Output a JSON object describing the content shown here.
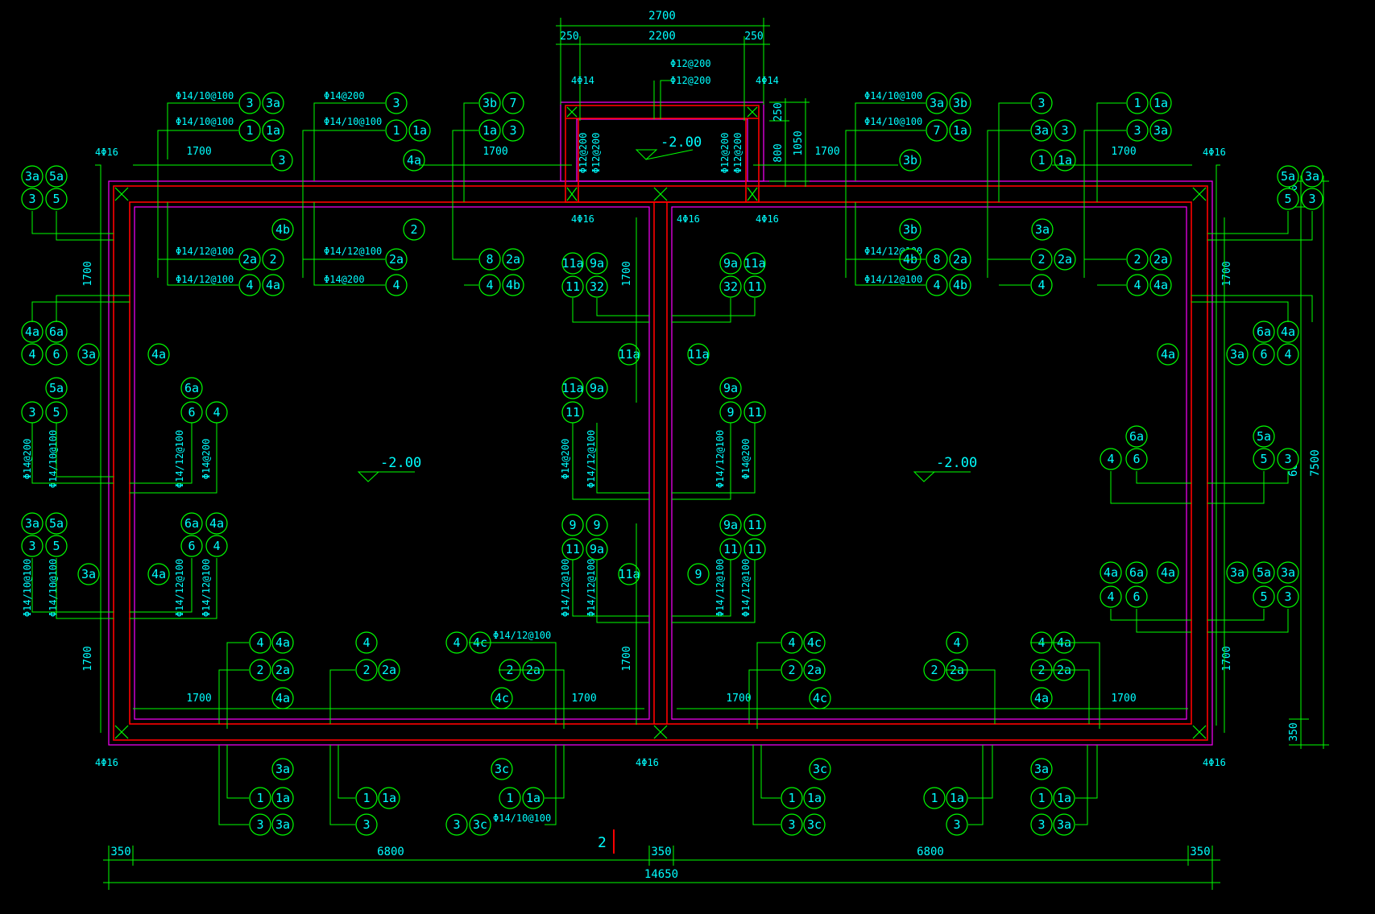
{
  "colors": {
    "background": "#000000",
    "dimension": "#00ff00",
    "label": "#00ffff",
    "wall_outer": "#ff00ff",
    "wall_inner": "#ff0000"
  },
  "top_dims": {
    "total": "2700",
    "left": "250",
    "mid": "2200",
    "right": "250"
  },
  "bottom_dims": {
    "total": "14650",
    "segments": [
      "350",
      "6800",
      "350",
      "6800",
      "350"
    ]
  },
  "right_dims": {
    "total": "7500",
    "inner": "6800",
    "top": "350",
    "bottom": "350"
  },
  "pit_dims": {
    "d250": "250",
    "d800": "800",
    "d1050": "1050"
  },
  "section_mark": "2",
  "levels": [
    {
      "label": "-2.00"
    },
    {
      "label": "-2.00"
    },
    {
      "label": "-2.00"
    }
  ],
  "bubbles": [
    "3",
    "3a",
    "3",
    "3a",
    "1",
    "1a",
    "3",
    "1",
    "1a",
    "3",
    "3b",
    "7",
    "1a",
    "3",
    "3a",
    "3b",
    "3b",
    "4a",
    "4b",
    "2",
    "2a",
    "2",
    "2a",
    "8",
    "2a",
    "4",
    "4a",
    "4",
    "4",
    "4b",
    "11a",
    "9a",
    "11",
    "32",
    "11a",
    "9a",
    "32",
    "11",
    "11a",
    "11a",
    "3",
    "3b",
    "7",
    "1a",
    "3",
    "3a",
    "3",
    "1",
    "1a",
    "3",
    "3a",
    "1",
    "1a",
    "3b",
    "3a",
    "4b",
    "4a",
    "8",
    "2a",
    "2",
    "2a",
    "2",
    "2a",
    "4",
    "4b",
    "4",
    "4",
    "4a",
    "3a",
    "5a",
    "3",
    "5",
    "4a",
    "6a",
    "4",
    "6",
    "3a",
    "4a",
    "5a",
    "3",
    "5",
    "6a",
    "6",
    "4",
    "3a",
    "5a",
    "3",
    "5",
    "3a",
    "6a",
    "4a",
    "6",
    "4",
    "4a",
    "5a",
    "3a",
    "5",
    "3",
    "6a",
    "4a",
    "6",
    "4",
    "3a",
    "4a",
    "5a",
    "3",
    "5",
    "6a",
    "4",
    "6",
    "4a",
    "6a",
    "4a",
    "4",
    "6",
    "3a",
    "5a",
    "3a",
    "5",
    "3",
    "11",
    "9a",
    "11",
    "9",
    "9a",
    "11",
    "9",
    "11",
    "11",
    "11a",
    "9a",
    "11",
    "9",
    "11a",
    "9a",
    "11a",
    "9",
    "11",
    "4",
    "4a",
    "4",
    "4",
    "4c",
    "2",
    "2a",
    "2",
    "2a",
    "2",
    "2a",
    "4a",
    "4c",
    "4",
    "4c",
    "4",
    "4",
    "4a",
    "2",
    "2a",
    "2",
    "2a",
    "2",
    "2a",
    "4c",
    "4a",
    "3a",
    "1",
    "1a",
    "3",
    "3a",
    "1",
    "1a",
    "3",
    "3c",
    "1",
    "1a",
    "3",
    "3c",
    "3c",
    "1",
    "1a",
    "3",
    "3c",
    "1",
    "1a",
    "3",
    "3a",
    "1",
    "1a",
    "3",
    "3a"
  ],
  "labels": {
    "top_left_1": "Φ14/10@100",
    "top_left_2": "Φ14/10@100",
    "top_left_3": "Φ14/12@100",
    "top_left_4": "Φ14/12@100",
    "top_mid_1": "Φ14@200",
    "top_mid_2": "Φ14/10@100",
    "top_mid_3": "Φ14/12@100",
    "top_mid_4": "Φ14@200",
    "top_right_1": "Φ14/10@100",
    "top_right_2": "Φ14/10@100",
    "top_right_3": "Φ14/12@100",
    "top_right_4": "Φ14/12@100",
    "pit_top_1": "Φ12@200",
    "pit_top_2": "Φ12@200",
    "pit_l1": "Φ12@200",
    "pit_l2": "Φ12@200",
    "pit_r1": "Φ12@200",
    "pit_r2": "Φ12@200",
    "corner_4phi14_l": "4Φ14",
    "corner_4phi14_r": "4Φ14",
    "corner_4phi16_tl": "4Φ16",
    "corner_4phi16_tr": "4Φ16",
    "corner_4phi16_bl": "4Φ16",
    "corner_4phi16_br": "4Φ16",
    "corner_4phi16_bm": "4Φ16",
    "pit_4phi16_l": "4Φ16",
    "pit_4phi16_m": "4Φ16",
    "pit_4phi16_r": "4Φ16",
    "dim1700": "1700",
    "left_v1": "Φ14@200",
    "left_v2": "Φ14/10@100",
    "left_v3": "Φ14/10@100",
    "left_v4": "Φ14/10@100",
    "left_in1": "Φ14/12@100",
    "left_in2": "Φ14@200",
    "left_in3": "Φ14/12@100",
    "left_in4": "Φ14/12@100",
    "mid_l1": "Φ14@200",
    "mid_l2": "Φ14/12@100",
    "mid_l3": "Φ14/12@100",
    "mid_l4": "Φ14/12@100",
    "mid_r1": "Φ14/12@100",
    "mid_r2": "Φ14@200",
    "mid_r3": "Φ14/12@100",
    "mid_r4": "Φ14/12@100",
    "bot_label_1": "Φ14/12@100",
    "bot_label_2": "Φ14/10@100"
  }
}
